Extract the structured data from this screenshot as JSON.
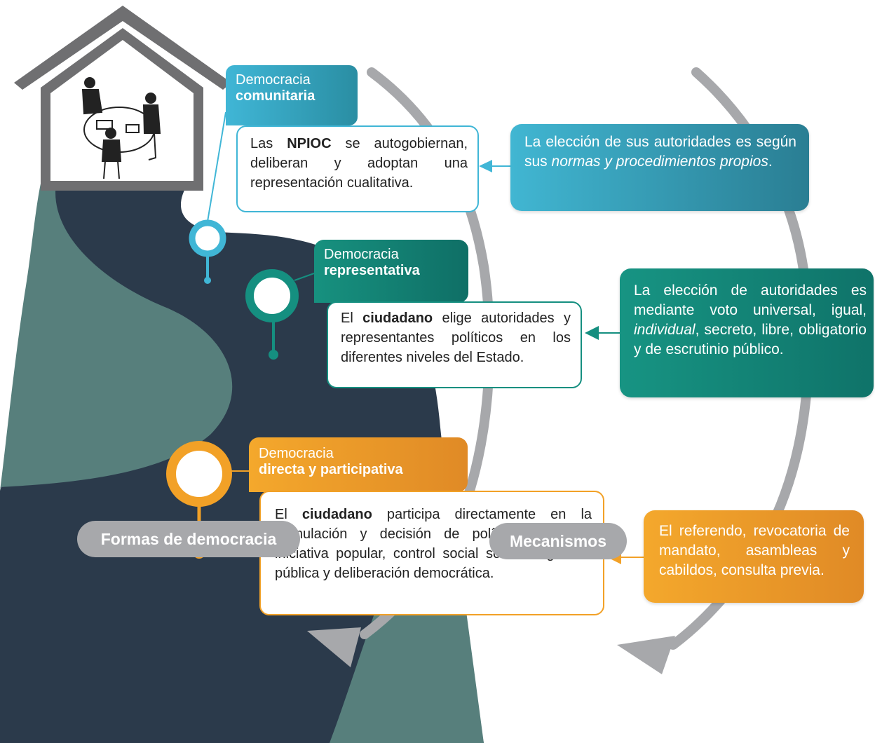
{
  "house": {
    "icon": "meeting-table-icon"
  },
  "communitarian": {
    "tag_line1": "Democracia",
    "tag_line2": "comunitaria",
    "desc_pre": "Las ",
    "desc_bold": "NPIOC",
    "desc_post": " se autogobiernan, deliberan y adoptan una representación cualitativa.",
    "mechanism_pre": "La elección de sus autoridades es según sus ",
    "mechanism_italic": "normas y procedimientos propios",
    "mechanism_post": ".",
    "color": "#40b6d6"
  },
  "representative": {
    "tag_line1": "Democracia",
    "tag_line2": "representativa",
    "desc_pre": "El ",
    "desc_bold": "ciudadano",
    "desc_post": " elige autoridades y representantes políticos en los diferentes niveles del Estado.",
    "mechanism_pre": "La elección de autoridades es mediante voto universal, igual, ",
    "mechanism_italic": "individual",
    "mechanism_post": ", secreto, libre, obligatorio y de escrutinio público.",
    "color": "#158f80"
  },
  "participatory": {
    "tag_line1": "Democracia",
    "tag_line2": "directa y participativa",
    "desc_pre": "El ",
    "desc_bold": "ciudadano",
    "desc_post": " participa directamente en la formulación y decisión de políticas públicas, iniciativa popular, control social sobre la gestión pública y deliberación democrática.",
    "mechanism": "El referendo, revocatoria de mandato, asambleas y cabildos, consulta previa.",
    "color": "#f2a127"
  },
  "labels": {
    "forms": "Formas de democracia",
    "mechanisms": "Mecanismos"
  }
}
